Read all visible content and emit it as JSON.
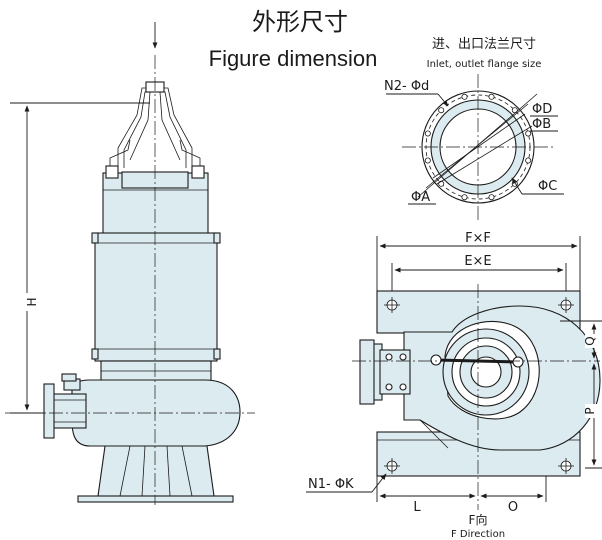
{
  "header": {
    "title_cn": "外形尺寸",
    "title_en": "Figure dimension"
  },
  "flange": {
    "title_cn": "进、出口法兰尺寸",
    "title_en": "Inlet, outlet flange size",
    "label_n2": "N2- Φd",
    "label_d": "ΦD",
    "label_b": "ΦB",
    "label_a": "ΦA",
    "label_c": "ΦC"
  },
  "side_view": {
    "label_h": "H"
  },
  "plan_view": {
    "label_fxf": "F×F",
    "label_exe": "E×E",
    "label_q": "Q",
    "label_p": "P",
    "label_n1": "N1- ΦK",
    "label_l": "L",
    "label_o": "O",
    "direction_cn": "F向",
    "direction_en": "F Direction"
  },
  "colors": {
    "body_fill": "#dcebef",
    "line": "#1b1b1b"
  }
}
